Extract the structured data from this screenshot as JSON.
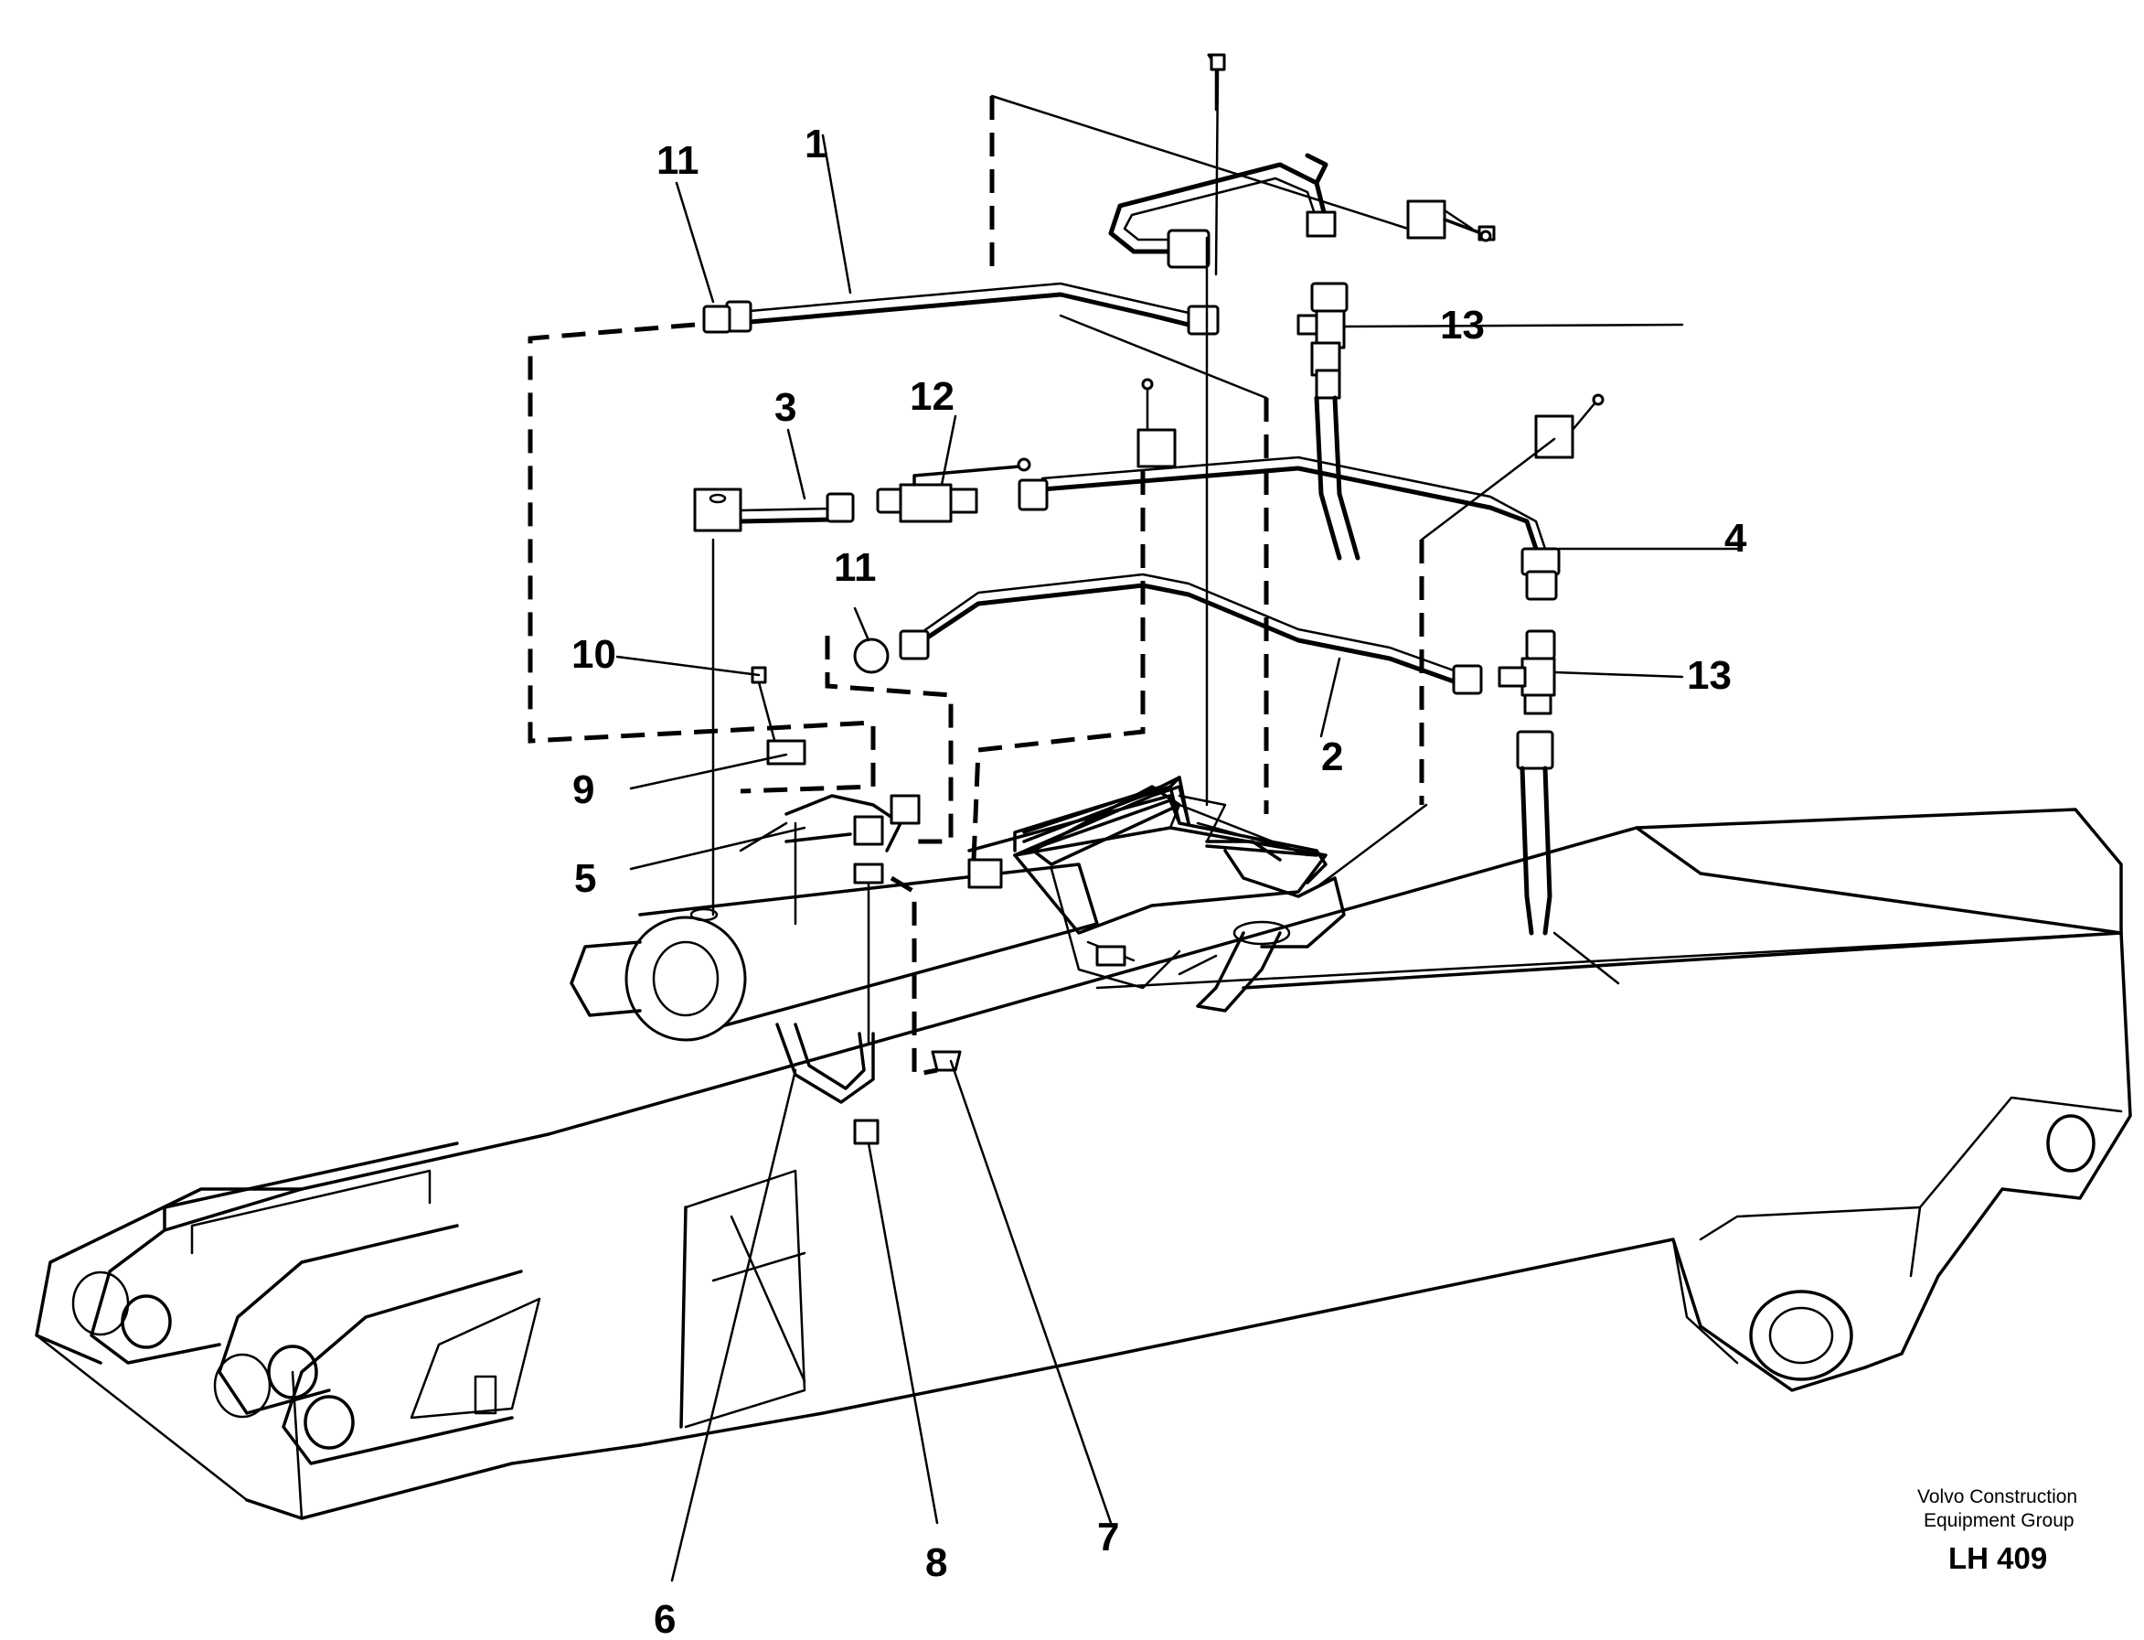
{
  "callouts": [
    {
      "id": "c-1",
      "text": "1"
    },
    {
      "id": "c-2",
      "text": "2"
    },
    {
      "id": "c-3",
      "text": "3"
    },
    {
      "id": "c-4",
      "text": "4"
    },
    {
      "id": "c-5",
      "text": "5"
    },
    {
      "id": "c-6",
      "text": "6"
    },
    {
      "id": "c-7",
      "text": "7"
    },
    {
      "id": "c-8",
      "text": "8"
    },
    {
      "id": "c-9",
      "text": "9"
    },
    {
      "id": "c-10",
      "text": "10"
    },
    {
      "id": "c-11a",
      "text": "11"
    },
    {
      "id": "c-11b",
      "text": "11"
    },
    {
      "id": "c-12",
      "text": "12"
    },
    {
      "id": "c-13a",
      "text": "13"
    },
    {
      "id": "c-13b",
      "text": "13"
    }
  ],
  "credit": {
    "line1": "Volvo Construction",
    "line2": "Equipment Group",
    "code": "LH 409"
  }
}
